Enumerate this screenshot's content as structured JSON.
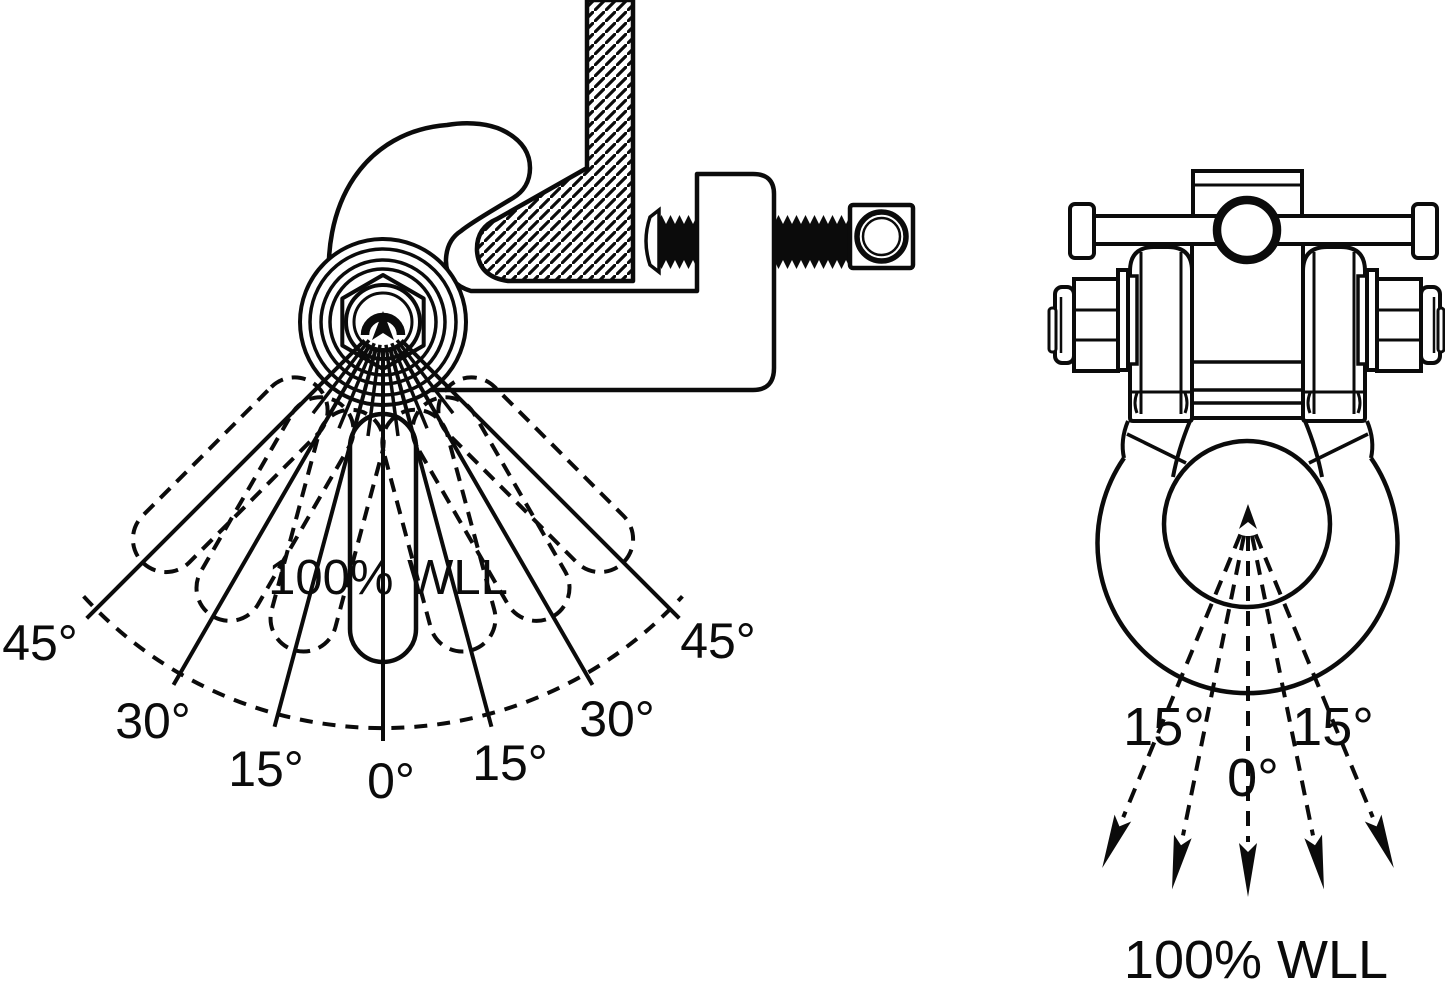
{
  "figure": {
    "left": {
      "wll_label": "100% WLL",
      "angle_labels": [
        "45°",
        "30°",
        "15°",
        "0°",
        "15°",
        "30°",
        "45°"
      ]
    },
    "right": {
      "wll_label": "100% WLL",
      "angle_labels": [
        "15°",
        "0°",
        "15°"
      ]
    },
    "colors": {
      "ink": "#0b0b0b",
      "background": "#ffffff"
    }
  }
}
